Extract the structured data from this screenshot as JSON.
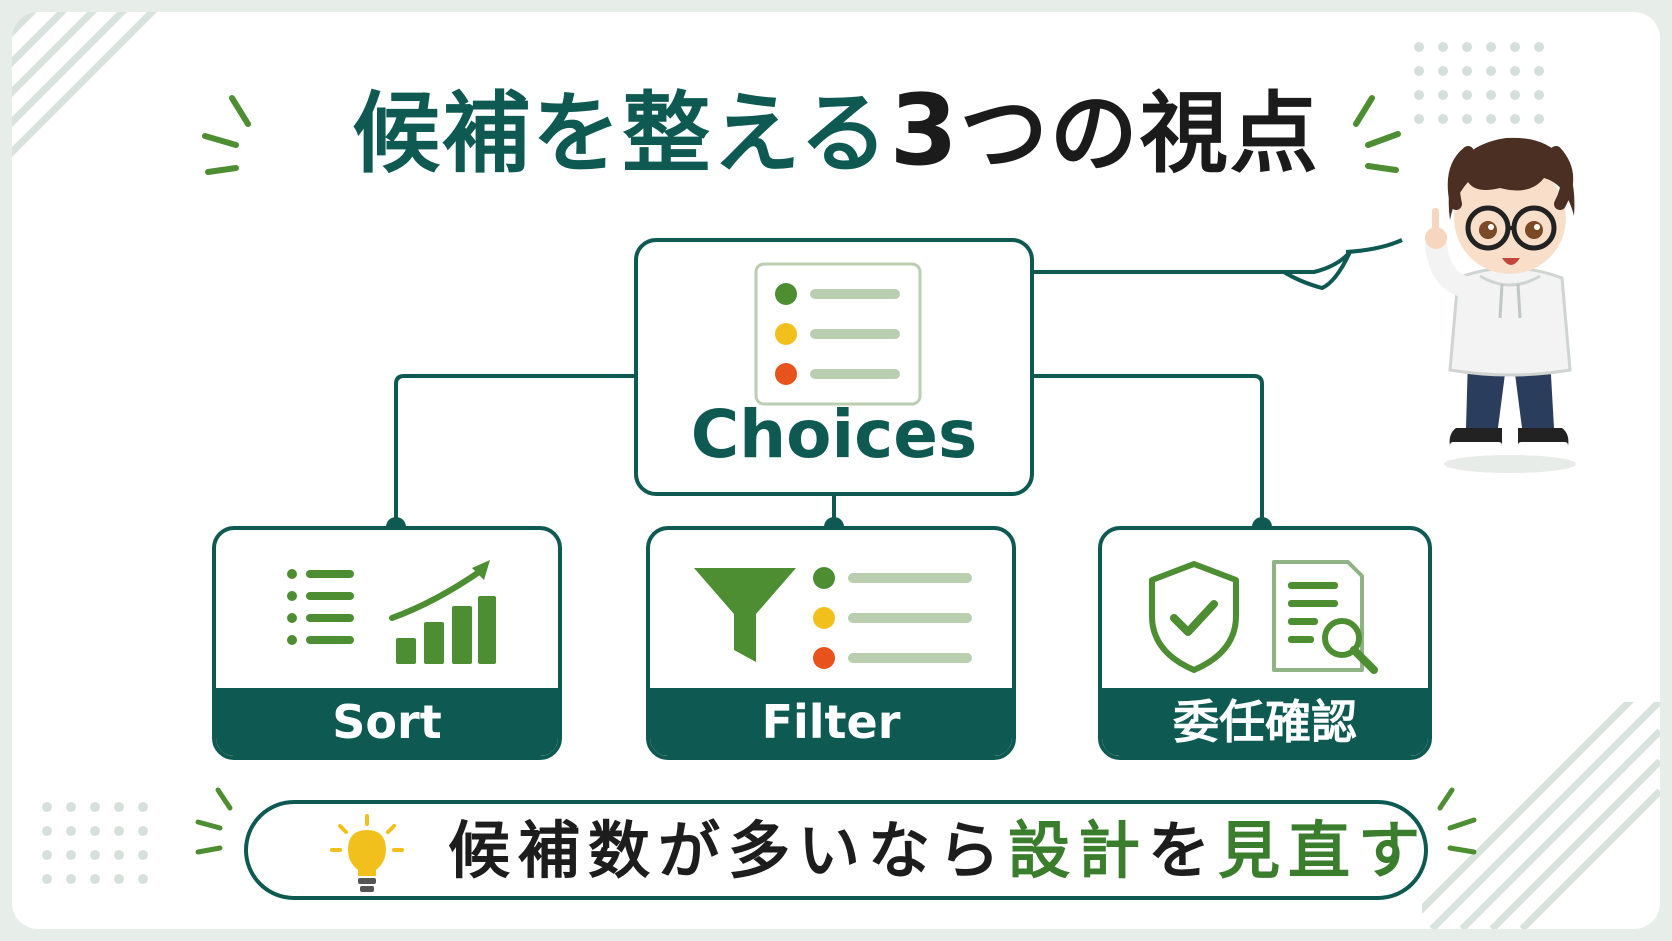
{
  "title": {
    "part1": "候補を整える",
    "part2": "3",
    "part3": "つの視点"
  },
  "center": {
    "label": "Choices"
  },
  "boxes": [
    {
      "label": "Sort"
    },
    {
      "label": "Filter"
    },
    {
      "label": "委任確認"
    }
  ],
  "tip": {
    "pre": "候補数が多いなら",
    "accent1": "設計",
    "mid": "を",
    "accent2": "見直す"
  },
  "colors": {
    "primary": "#0e5a52",
    "accent_green": "#3a7d2c",
    "light_green": "#b9cfb0",
    "yellow": "#f2c01c",
    "orange": "#e8521c"
  },
  "icons": [
    "list-icon",
    "chart-trend-icon",
    "funnel-icon",
    "shield-check-icon",
    "document-search-icon",
    "lightbulb-icon"
  ]
}
